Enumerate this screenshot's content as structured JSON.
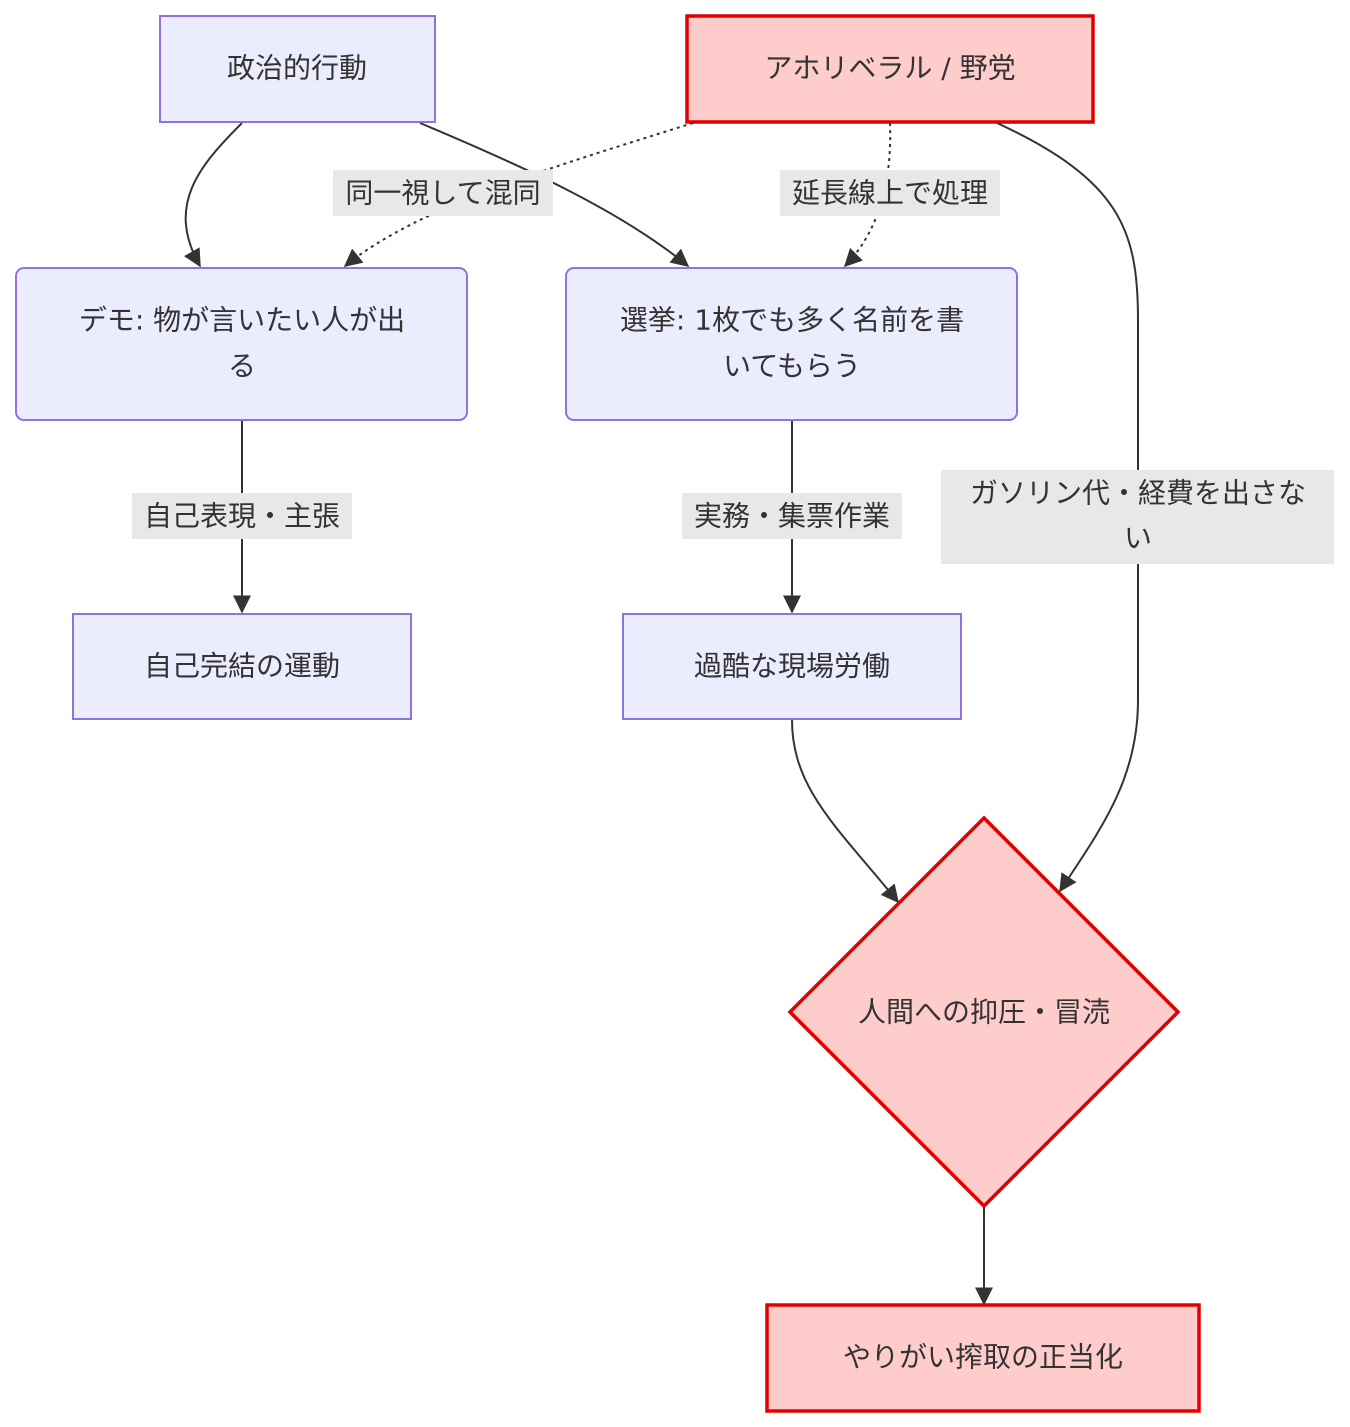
{
  "diagram": {
    "type": "flowchart",
    "colors": {
      "default_fill": "#ECECFF",
      "default_stroke": "#9370DB",
      "alert_fill": "#FFCCCC",
      "alert_stroke": "#E00000",
      "edge": "#333333",
      "label_bg": "#E8E8E8",
      "text": "#333333"
    },
    "nodes": {
      "political_action": {
        "lines": [
          "政治的行動"
        ],
        "style": "default",
        "shape": "rect"
      },
      "aho_liberal": {
        "lines": [
          "アホリベラル / 野党"
        ],
        "style": "alert",
        "shape": "rect"
      },
      "demo": {
        "lines": [
          "デモ: 物が言いたい人が出",
          "る"
        ],
        "style": "default",
        "shape": "rounded"
      },
      "election": {
        "lines": [
          "選挙: 1枚でも多く名前を書",
          "いてもらう"
        ],
        "style": "default",
        "shape": "rounded"
      },
      "self_contained": {
        "lines": [
          "自己完結の運動"
        ],
        "style": "default",
        "shape": "rect"
      },
      "harsh_labor": {
        "lines": [
          "過酷な現場労働"
        ],
        "style": "default",
        "shape": "rect"
      },
      "oppression": {
        "lines": [
          "人間への抑圧・冒涜"
        ],
        "style": "alert",
        "shape": "diamond"
      },
      "exploitation": {
        "lines": [
          "やりがい搾取の正当化"
        ],
        "style": "alert",
        "shape": "rect"
      }
    },
    "edges": [
      {
        "id": "e1",
        "from": "political_action",
        "to": "demo",
        "style": "solid",
        "label": []
      },
      {
        "id": "e2",
        "from": "political_action",
        "to": "election",
        "style": "solid",
        "label": []
      },
      {
        "id": "e3",
        "from": "aho_liberal",
        "to": "demo",
        "style": "dotted",
        "label": [
          "同一視して混同"
        ]
      },
      {
        "id": "e4",
        "from": "aho_liberal",
        "to": "election",
        "style": "dotted",
        "label": [
          "延長線上で処理"
        ]
      },
      {
        "id": "e5",
        "from": "aho_liberal",
        "to": "oppression",
        "style": "solid",
        "label": [
          "ガソリン代・経費を出さな",
          "い"
        ]
      },
      {
        "id": "e6",
        "from": "demo",
        "to": "self_contained",
        "style": "solid",
        "label": [
          "自己表現・主張"
        ]
      },
      {
        "id": "e7",
        "from": "election",
        "to": "harsh_labor",
        "style": "solid",
        "label": [
          "実務・集票作業"
        ]
      },
      {
        "id": "e8",
        "from": "harsh_labor",
        "to": "oppression",
        "style": "solid",
        "label": []
      },
      {
        "id": "e9",
        "from": "oppression",
        "to": "exploitation",
        "style": "solid",
        "label": []
      }
    ]
  }
}
